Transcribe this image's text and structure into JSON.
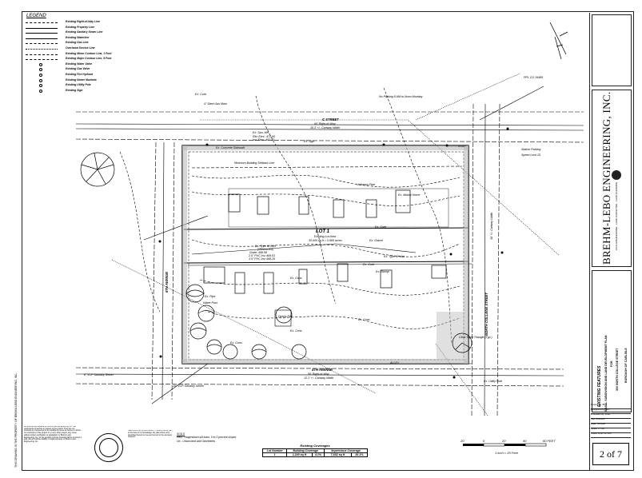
{
  "legend": {
    "title": "LEGEND",
    "items": [
      {
        "label": "Existing Right-of-Way Line",
        "style": "dash"
      },
      {
        "label": "Existing Property Line",
        "style": "solid"
      },
      {
        "label": "Existing Sanitary Sewer Line",
        "style": "solid"
      },
      {
        "label": "Existing Waterline",
        "style": "solid"
      },
      {
        "label": "Existing Gas Line",
        "style": "dashdot"
      },
      {
        "label": "Overhead Service Line",
        "style": "dot"
      },
      {
        "label": "Existing Minor Contour Line, 1 Foot",
        "style": "dash"
      },
      {
        "label": "Existing Major Contour Line, 5 Foot",
        "style": "thick"
      },
      {
        "label": "Existing Water Valve",
        "style": "sym"
      },
      {
        "label": "Existing Gas Valve",
        "style": "sym"
      },
      {
        "label": "Existing Fire Hydrant",
        "style": "sym"
      },
      {
        "label": "Existing Sewer Manhole",
        "style": "sym"
      },
      {
        "label": "Existing Utility Pole",
        "style": "sym"
      },
      {
        "label": "Existing Sign",
        "style": "sym"
      }
    ]
  },
  "streets": {
    "c_street": "C STREET",
    "c_street_row": "60' Right-of-Way",
    "c_street_width": "35.3' +/- Cartway Width",
    "fourth_avenue": "4TH AVENUE",
    "fourth_avenue_row": "50' Right-of-Way",
    "fourth_avenue_width": "12.1' +/- Cartway Width",
    "alley": "ALLEY",
    "north_college": "NORTH COLLEGE STREET",
    "north_college_width": "30' +/- Cartway Width",
    "avenue_left": "6TH AVENUE"
  },
  "site": {
    "lot": "LOT 1",
    "lot_area": "Existing Lot Area",
    "lot_sqft": "30,000 sq ft = 0.689 acres",
    "setback": "Minimum Building Setback Line",
    "sidewalk": "Ex. Concrete Sidewalk",
    "gravel": "Ex. Gravel",
    "curb": "Ex. Curb",
    "mobile_home": "Ex. Mobile Home",
    "inlet": "Ex. Type M Inlet",
    "inlet_obstructed": "(Obstructed)",
    "grate": "Grate: 468.58",
    "pvc1": "2.5\" PVC Inv.:469.61",
    "pvc2": "3.5\" PVC Inv.:468.25",
    "type_m_inlet": "Ex. Type M Inlet",
    "stump": "Ex. Stump",
    "conc": "Ex. Conc.",
    "water_post": "Water Post",
    "debris_pile": "Debris Pile",
    "pipe": "Ex. Pipe",
    "unknown_pipe": "Unknown Pipe",
    "sign": "Ex. Sign",
    "san_mh": "Ex. San. MH",
    "rim_elev": "Rim Elev.: 472.60",
    "inv_elev": "Inv. Elev.: 467.90",
    "sewer_8": "8\" VCP Sanitary Sewer",
    "sewer_10": "10\" VCP Sanitary Sewer",
    "steel_gas": "4\" Steel Gas Main",
    "ppl_pole": "PPL CO 19485",
    "no_parking": "No Parking 8 AM to Noon Monday",
    "stop": "STOP",
    "speed": "Speed Limit 25",
    "clear_sight": "Clear Sight Triangle (Typ.)",
    "rot_pole": "Ex. Utility Pole",
    "station_parking": "Station Parking"
  },
  "notes": {
    "soils_title": "SOILS",
    "soils_1": "HeA - Hagerstown silt loam, 0 to 3 percent slopes",
    "soils_2": "Ub - Urban land and Udorthents",
    "left_notes": "All documents prepared by Brehm-Lebo Engineering, Inc. are instruments of service in respect of the project. They are not intended or represented to be suitable for reuse by owner or others on extensions of the project or on any other project. Any reuse without written verification or adaptation by Brehm-Lebo Engineering, Inc. for the specific purpose intended will be at owner's sole risk and without liability or legal exposure to Brehm-Lebo Engineering, Inc.",
    "cert": "CERTIFICATE OF ACCURACY. I hereby certify that, to the best of my knowledge, the plan shown and described hereon is true and correct to the accuracy required."
  },
  "coverage": {
    "title": "Existing Coverages",
    "headers": [
      "Lot Number",
      "Building Coverage",
      "Impervious Coverage"
    ],
    "row": [
      "1",
      "1,240 sq ft",
      "4.1%",
      "7,832 sq ft",
      "26.1%"
    ]
  },
  "scale": {
    "ticks": [
      "20",
      "0",
      "20",
      "40",
      "60 FEET"
    ],
    "ratio": "1 inch = 20 Feet"
  },
  "titleblock": {
    "firm": "BREHM-LEBO ENGINEERING, INC.",
    "tagline": "CIVIL ENGINEERING · LAND SURVEYING · LAND PLANNING",
    "plan_title": "EXISTING FEATURES",
    "project": "SMALL SUBDIVISION AND LAND DEVELOPMENT PLAN",
    "for": "FOR",
    "owner": "300 NORTH COLLEGE STREET",
    "municipality": "BOROUGH OF CARLISLE",
    "drawn": "Drawn By: BLT",
    "designed": "Designed By: BLT",
    "checked": "Checked By: DSD",
    "file": "File: 409-001",
    "date": "Date: 1/25/08",
    "scale": "Scale: 1\"=20'",
    "sheet_size": "Sheet Size: 24\"x36\"",
    "sheet": "2 of 7"
  },
  "edge_text": "THIS DRAWING IS THE PROPERTY OF BREHM-LEBO ENGINEERING, INC."
}
